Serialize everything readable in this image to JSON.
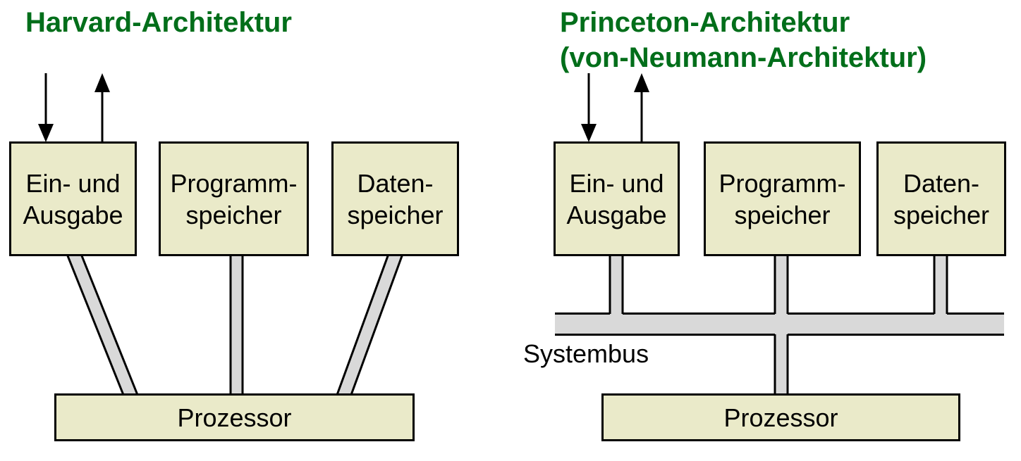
{
  "colors": {
    "background": "#ffffff",
    "title_green": "#006e1a",
    "box_fill": "#eaeac9",
    "box_border": "#000000",
    "bus_fill": "#d9d9d9",
    "bus_border": "#000000",
    "arrow": "#000000"
  },
  "harvard": {
    "title": "Harvard-Architektur",
    "io_box": {
      "line1": "Ein- und",
      "line2": "Ausgabe"
    },
    "program_box": {
      "line1": "Programm-",
      "line2": "speicher"
    },
    "data_box": {
      "line1": "Daten-",
      "line2": "speicher"
    },
    "processor": "Prozessor"
  },
  "princeton": {
    "title_line1": "Princeton-Architektur",
    "title_line2": "(von-Neumann-Architektur)",
    "io_box": {
      "line1": "Ein- und",
      "line2": "Ausgabe"
    },
    "program_box": {
      "line1": "Programm-",
      "line2": "speicher"
    },
    "data_box": {
      "line1": "Daten-",
      "line2": "speicher"
    },
    "bus_label": "Systembus",
    "processor": "Prozessor"
  }
}
